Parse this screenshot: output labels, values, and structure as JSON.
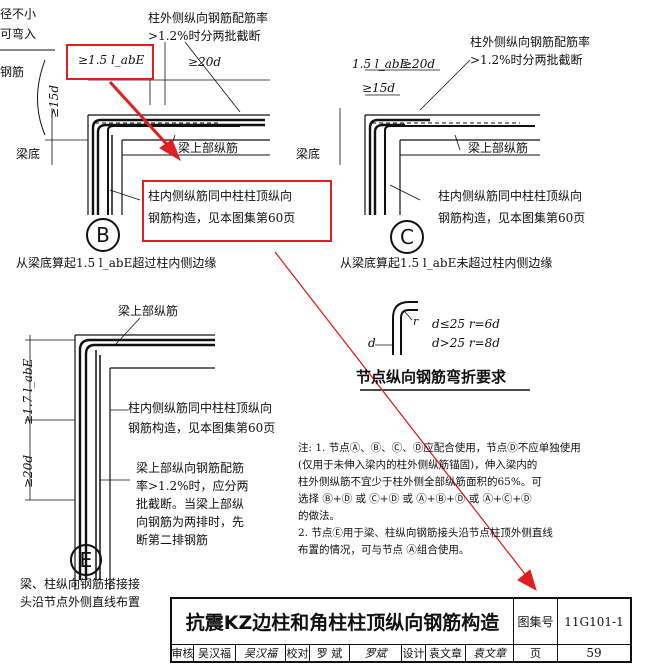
{
  "page": {
    "corner_top_text": "径不小",
    "corner_text_1": "可弯入",
    "corner_text_2": "钢筋"
  },
  "node_b": {
    "anchor_label": "≥1.5 l_abE",
    "len_label": "≥20d",
    "note_top": "柱外侧纵向钢筋配筋率",
    "note_top_2": ">1.2%时分两批截断",
    "dim_15d": "≥15d",
    "beam_bottom": "梁底",
    "beam_top_bars": "梁上部纵筋",
    "col_inner_1": "柱内侧纵筋同中柱柱顶纵向",
    "col_inner_2": "钢筋构造，见本图集第60页",
    "letter": "B",
    "caption": "从梁底算起1.5 l_abE超过柱内侧边缘"
  },
  "node_c": {
    "anchor_label": "1.5 l_abE",
    "len_label": "≥20d",
    "dim_15d": "≥15d",
    "note_top": "柱外侧纵向钢筋配筋率",
    "note_top_2": ">1.2%时分两批截断",
    "beam_bottom": "梁底",
    "beam_top_bars": "梁上部纵筋",
    "col_inner_1": "柱内侧纵筋同中柱柱顶纵向",
    "col_inner_2": "钢筋构造，见本图集第60页",
    "letter": "C",
    "caption": "从梁底算起1.5 l_abE未超过柱内侧边缘"
  },
  "bend_table": {
    "row1": "d≤25   r=6d",
    "row2": "d>25   r=8d",
    "d_label": "d",
    "r_label": "r",
    "title": "节点纵向钢筋弯折要求"
  },
  "node_e": {
    "beam_top_bars": "梁上部纵筋",
    "dim_17": "≥1.7 l_abE",
    "dim_20d": "≥20d",
    "col_inner_1": "柱内侧纵筋同中柱柱顶纵向",
    "col_inner_2": "钢筋构造，见本图集第60页",
    "beam_note": [
      "梁上部纵向钢筋配筋",
      "率>1.2%时，应分两",
      "批截断。当梁上部纵",
      "向钢筋为两排时，先",
      "断第二排钢筋"
    ],
    "letter": "E",
    "caption_1": "梁、柱纵向钢筋搭接接",
    "caption_2": "头沿节点外侧直线布置"
  },
  "notes": {
    "lines": [
      "注: 1. 节点Ⓐ、Ⓑ、Ⓒ、Ⓓ应配合使用，节点Ⓓ不应单独使用",
      "       (仅用于未伸入梁内的柱外侧纵筋锚固)，伸入梁内的",
      "       柱外侧纵筋不宜少于柱外侧全部纵筋面积的65%。可",
      "       选择 Ⓑ+Ⓓ 或 Ⓒ+Ⓓ 或 Ⓐ+Ⓑ+Ⓓ 或 Ⓐ+Ⓒ+Ⓓ",
      "       的做法。",
      "    2. 节点Ⓔ用于梁、柱纵向钢筋接头沿节点柱顶外侧直线",
      "       布置的情况，可与节点 Ⓐ组合使用。"
    ]
  },
  "title_block": {
    "title": "抗震KZ边柱和角柱柱顶纵向钢筋构造",
    "atlas_label": "图集号",
    "atlas_no": "11G101-1",
    "review_label": "审核",
    "review_name": "吴汉福",
    "review_sign": "吴汉福",
    "check_label": "校对",
    "check_name": "罗 斌",
    "check_sign": "罗斌",
    "design_label": "设计",
    "design_name": "袁文章",
    "design_sign": "袁文章",
    "page_label": "页",
    "page_no": "59"
  },
  "colors": {
    "annotation_red": "#e02020",
    "line": "#111111"
  }
}
